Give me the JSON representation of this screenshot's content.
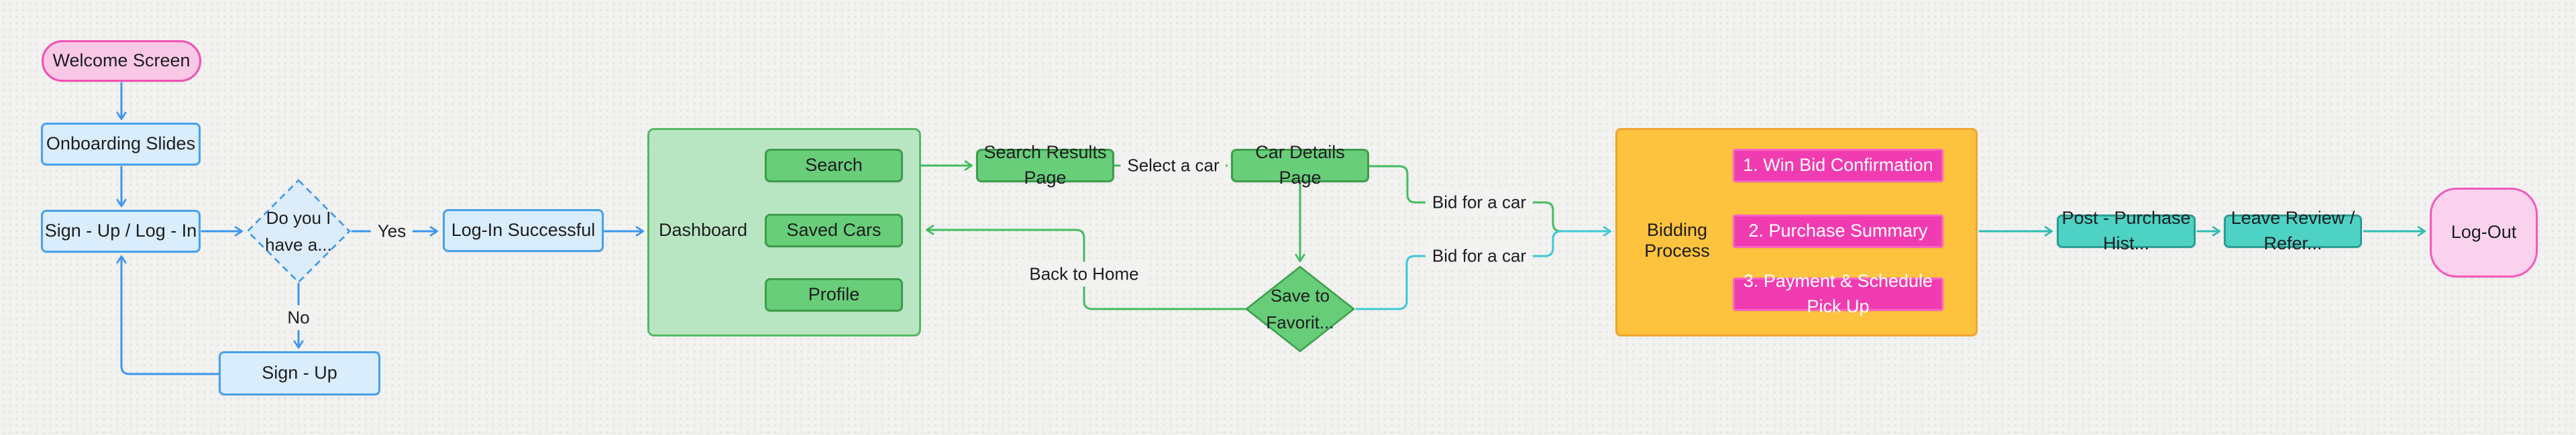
{
  "diagram": {
    "type": "flowchart",
    "nodes": {
      "welcome": {
        "label": "Welcome Screen"
      },
      "onboarding": {
        "label": "Onboarding Slides"
      },
      "sign_up_log_in": {
        "label": "Sign - Up / Log - In"
      },
      "decision_account": {
        "label": "Do you I have a..."
      },
      "login_successful": {
        "label": "Log-In Successful"
      },
      "sign_up": {
        "label": "Sign - Up"
      },
      "dashboard": {
        "label": "Dashboard"
      },
      "search": {
        "label": "Search"
      },
      "saved_cars": {
        "label": "Saved Cars"
      },
      "profile": {
        "label": "Profile"
      },
      "search_results": {
        "label": "Search Results Page"
      },
      "car_details": {
        "label": "Car Details Page"
      },
      "save_to_favorites": {
        "label": "Save to Favorit..."
      },
      "bidding_process": {
        "label": "Bidding Process"
      },
      "bid_step_1": {
        "label": "1. Win Bid Confirmation"
      },
      "bid_step_2": {
        "label": "2. Purchase Summary"
      },
      "bid_step_3": {
        "label": "3. Payment & Schedule Pick Up"
      },
      "post_purchase": {
        "label": "Post - Purchase Hist..."
      },
      "leave_review": {
        "label": "Leave Review / Refer..."
      },
      "log_out": {
        "label": "Log-Out"
      }
    },
    "edge_labels": {
      "yes": "Yes",
      "no": "No",
      "select_a_car": "Select a car",
      "back_to_home": "Back to Home",
      "bid_for_a_car_top": "Bid for a car",
      "bid_for_a_car_bottom": "Bid for a car"
    },
    "palette": {
      "canvas_bg": "#f2f2f0",
      "blue_line": "#3b96ee",
      "blue_fill": "#d9edfc",
      "blue_border": "#47a1ec",
      "pink_fill": "#fac8e7",
      "pink_border": "#f14fb2",
      "green_line": "#43bb5f",
      "green_container_fill": "#b9e6c2",
      "green_btn_fill": "#68ce7a",
      "green_btn_border": "#3d9c4b",
      "orange_container_fill": "#fdc33f",
      "magenta_fill": "#f03cb0",
      "magenta_arrow": "#f23db4",
      "teal_fill": "#4dd2c4",
      "teal_line": "#2ebcb0",
      "cyan_line": "#3cc9d6"
    }
  }
}
